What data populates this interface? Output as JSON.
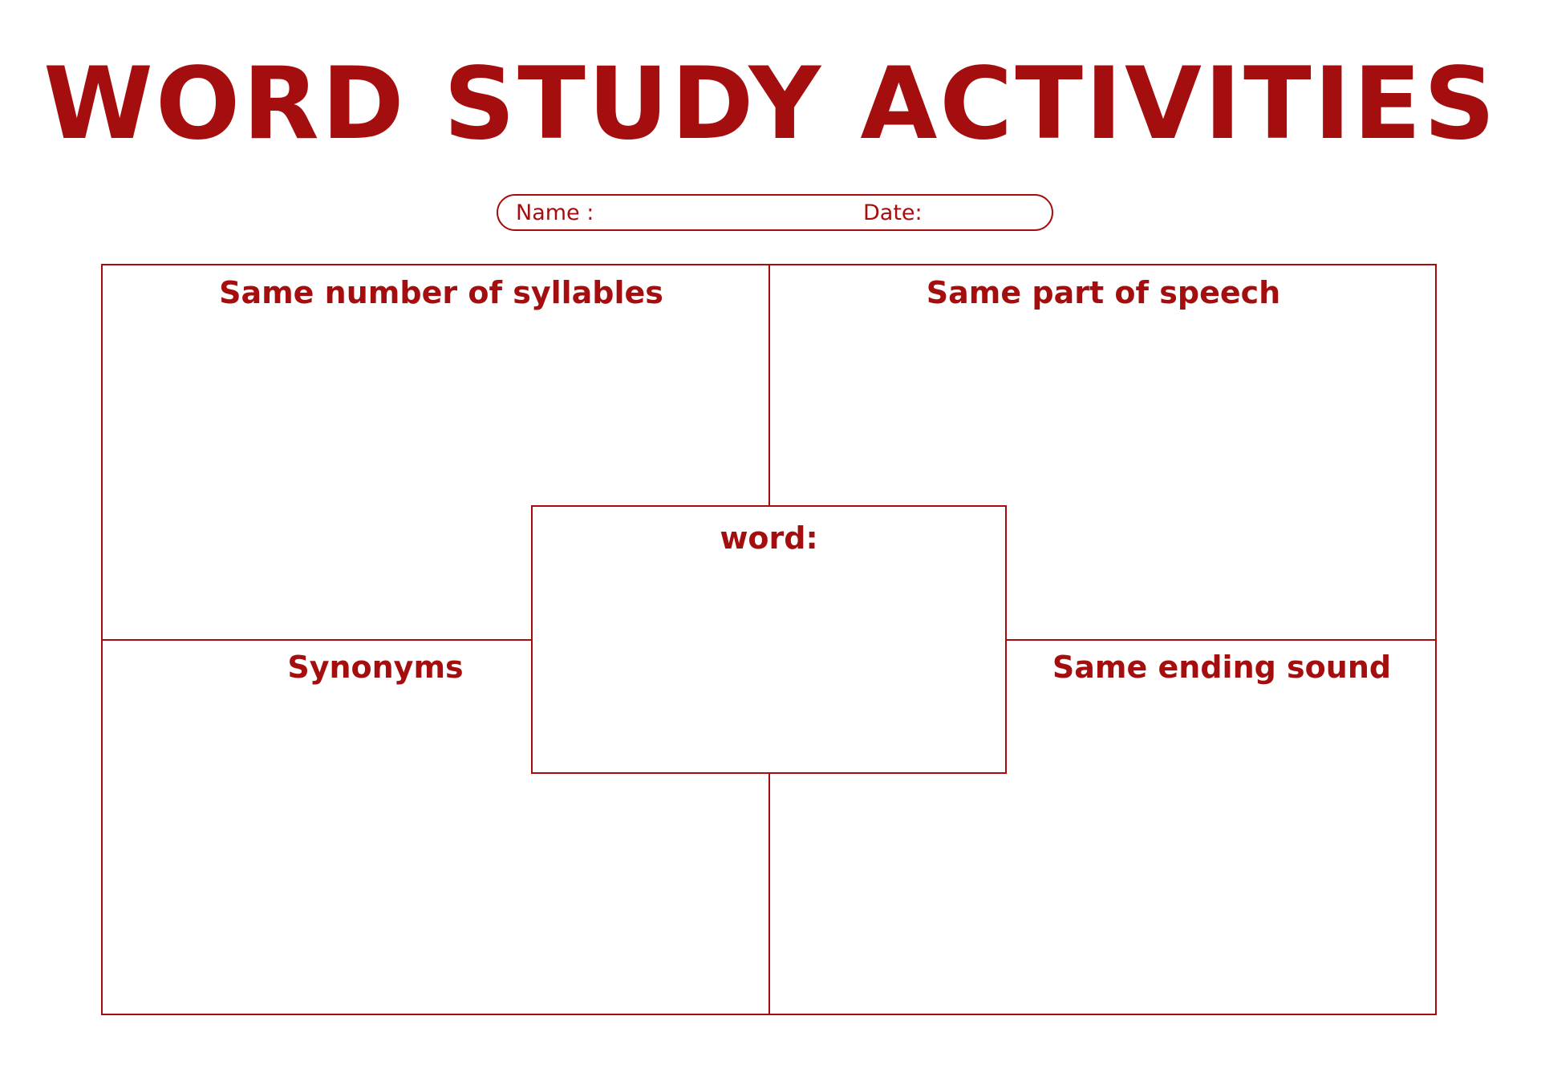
{
  "title": "WORD STUDY ACTIVITIES",
  "header": {
    "name_label": "Name :",
    "date_label": "Date:"
  },
  "quadrants": {
    "top_left": "Same number of syllables",
    "top_right": "Same part of speech",
    "bottom_left": "Synonyms",
    "bottom_right": "Same ending sound"
  },
  "center": {
    "label": "word:"
  },
  "colors": {
    "accent": "#a50e0e",
    "background": "#ffffff"
  }
}
